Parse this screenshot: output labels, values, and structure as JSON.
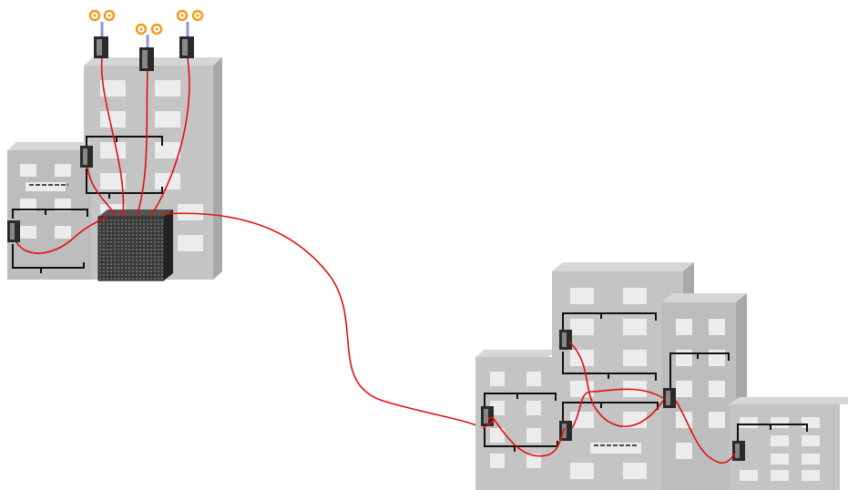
{
  "diagram": {
    "description_visible_text": [],
    "colors": {
      "background": "#ffffff",
      "building_front": "#c4c4c4",
      "building_side": "#a8a8a8",
      "building_top": "#d6d6d6",
      "window": "#ececec",
      "cable": "#e01010",
      "bracket": "#111111",
      "switch_dark": "#2a2a2a",
      "antenna_pole": "#8899dd",
      "signal_orange": "#f39a1a"
    },
    "sites": [
      {
        "id": "headquarters",
        "icon": "office-tower-icon"
      },
      {
        "id": "branch-campus",
        "icon": "office-tower-icon"
      }
    ],
    "devices": {
      "access_points": 3,
      "core_switch": 1,
      "wired_switches_hq": 2,
      "wired_switches_branch": 5
    }
  }
}
